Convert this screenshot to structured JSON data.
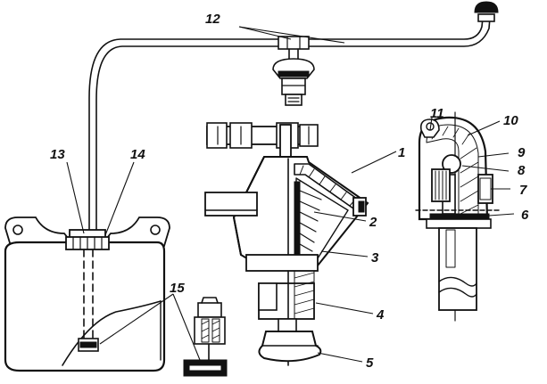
{
  "diagram": {
    "ink_color": "#111111",
    "background_color": "#ffffff",
    "callouts": [
      {
        "id": "1",
        "label": "1"
      },
      {
        "id": "2",
        "label": "2"
      },
      {
        "id": "3",
        "label": "3"
      },
      {
        "id": "4",
        "label": "4"
      },
      {
        "id": "5",
        "label": "5"
      },
      {
        "id": "6",
        "label": "6"
      },
      {
        "id": "7",
        "label": "7"
      },
      {
        "id": "8",
        "label": "8"
      },
      {
        "id": "9",
        "label": "9"
      },
      {
        "id": "10",
        "label": "10"
      },
      {
        "id": "11",
        "label": "11"
      },
      {
        "id": "12",
        "label": "12"
      },
      {
        "id": "13",
        "label": "13"
      },
      {
        "id": "14",
        "label": "14"
      },
      {
        "id": "15",
        "label": "15"
      }
    ]
  }
}
